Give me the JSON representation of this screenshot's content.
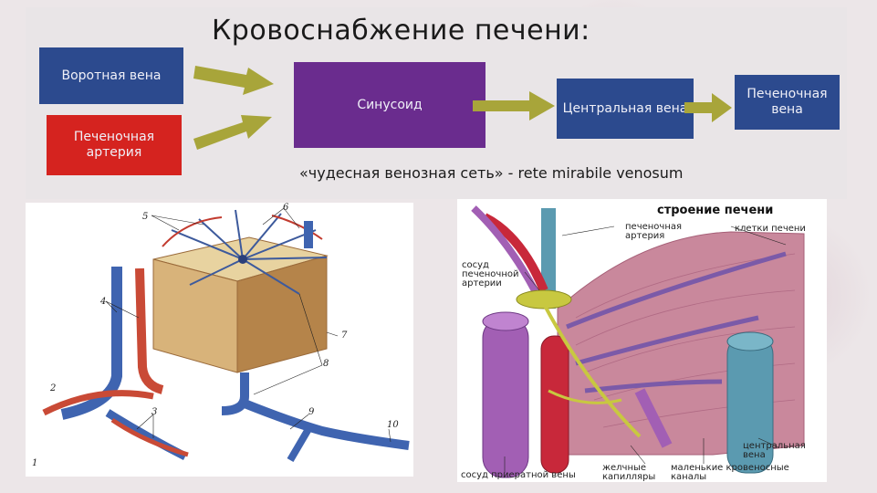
{
  "title": "Кровоснабжение печени:",
  "flow": {
    "portal_vein": "Воротная вена",
    "hepatic_artery": "Печеночная артерия",
    "sinusoid": "Синусоид",
    "central_vein": "Центральная вена",
    "hepatic_vein": "Печеночная вена"
  },
  "caption": "«чудесная венозная сеть» - rete mirabile venosum",
  "left_diagram": {
    "numbers": [
      "1",
      "2",
      "3",
      "4",
      "5",
      "6",
      "7",
      "8",
      "9",
      "10"
    ]
  },
  "right_diagram": {
    "heading": "строение печени",
    "labels": {
      "hepatic_artery": "печеночная артерия",
      "liver_cells": "клетки печени",
      "artery_vessel": "сосуд печеночной артерии",
      "central_vein": "центральная вена",
      "portal_vessel": "сосуд приератной вены",
      "bile_capillaries": "желчные капилляры",
      "small_blood_channels": "маленькие кровеносные каналы"
    }
  },
  "colors": {
    "blue_box": "#2c4a8e",
    "red_box": "#d5231f",
    "purple_box": "#6a2c8e",
    "arrow": "#a8a53a"
  }
}
